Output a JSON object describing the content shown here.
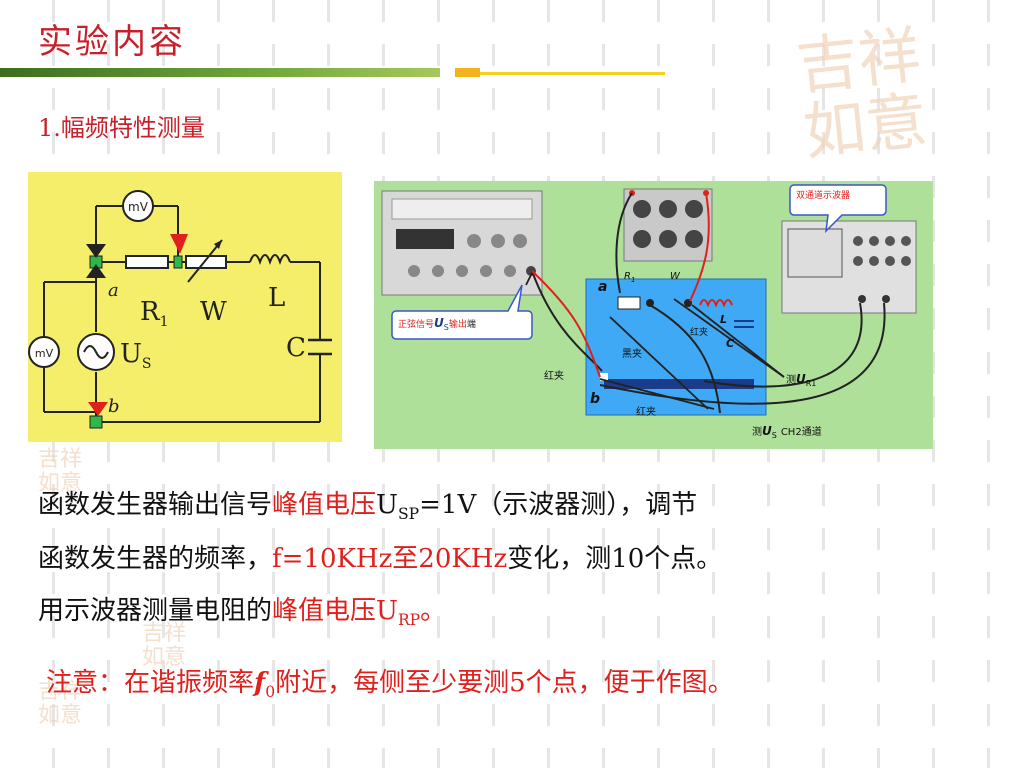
{
  "title": "实验内容",
  "subtitle": "1.幅频特性测量",
  "circuit": {
    "labels": {
      "meter_top": "mV",
      "meter_left": "mV",
      "node_a": "a",
      "node_b": "b",
      "r1": "R",
      "r1_sub": "1",
      "w": "W",
      "l": "L",
      "c": "C",
      "us": "U",
      "us_sub": "S"
    }
  },
  "photo": {
    "callout_scope": "双通道示波器",
    "callout_gen_a": "正弦信号",
    "callout_gen_b": "U",
    "callout_gen_sub": "S",
    "callout_gen_c": "输出",
    "callout_gen_d": "端",
    "board_a": "a",
    "board_b": "b",
    "board_r1": "R",
    "board_r1_sub": "1",
    "board_w": "W",
    "board_l": "L",
    "board_c": "C",
    "clip_red_1": "红夹",
    "clip_black": "黑夹",
    "clip_red_2": "红夹",
    "clip_red_3": "红夹",
    "measure_ur1_a": "测",
    "measure_ur1_b": "U",
    "measure_ur1_sub": "R1",
    "measure_us_a": "测",
    "measure_us_b": "U",
    "measure_us_sub": "S",
    "measure_us_c": "CH2通道"
  },
  "body": {
    "line1_a": "函数发生器输出信号",
    "line1_b": "峰值电压",
    "line1_c": "U",
    "line1_sub": "SP",
    "line1_d": "=1V（示波器测），调节",
    "line2_a": "函数发生器的频率，",
    "line2_b": "f=10KHz至20KHz",
    "line2_c": "变化，测10个点。",
    "line3_a": "用示波器测量电阻的",
    "line3_b": "峰值电压U",
    "line3_sub": "RP",
    "line3_c": "。",
    "note_a": "注意：在谐振频率",
    "note_f": "f",
    "note_sub": "0",
    "note_b": "附近，每侧至少要测5个点，便于作图。"
  },
  "colors": {
    "title_red": "#c8202a",
    "highlight_red": "#e0201c",
    "circuit_bg": "#f4ee6a",
    "photo_bg": "#aee09a",
    "board_blue": "#3fa9f5"
  }
}
